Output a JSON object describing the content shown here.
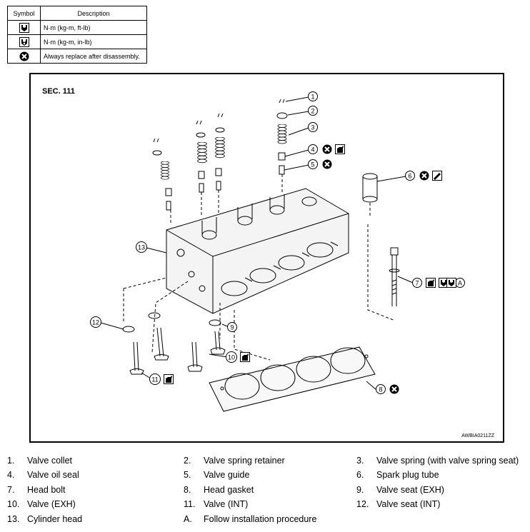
{
  "legend": {
    "header_symbol": "Symbol",
    "header_description": "Description",
    "rows": [
      {
        "icon": "torque-wrench-icon",
        "description": "N·m (kg-m, ft-lb)"
      },
      {
        "icon": "torque-wrench-small-icon",
        "description": "N·m (kg-m, in-lb)"
      },
      {
        "icon": "replace-x-icon",
        "description": "Always replace after disassembly."
      }
    ]
  },
  "figure": {
    "section": "SEC. 111",
    "code": "AWBIA0211ZZ",
    "callouts": [
      "1",
      "2",
      "3",
      "4",
      "5",
      "6",
      "7",
      "8",
      "9",
      "10",
      "11",
      "12",
      "13"
    ],
    "note_letter": "A"
  },
  "parts": [
    {
      "num": "1.",
      "label": "Valve collet"
    },
    {
      "num": "2.",
      "label": "Valve spring retainer"
    },
    {
      "num": "3.",
      "label": "Valve spring (with valve spring seat)"
    },
    {
      "num": "4.",
      "label": "Valve oil seal"
    },
    {
      "num": "5.",
      "label": "Valve guide"
    },
    {
      "num": "6.",
      "label": "Spark plug tube"
    },
    {
      "num": "7.",
      "label": "Head bolt"
    },
    {
      "num": "8.",
      "label": "Head gasket"
    },
    {
      "num": "9.",
      "label": "Valve seat (EXH)"
    },
    {
      "num": "10.",
      "label": "Valve (EXH)"
    },
    {
      "num": "11.",
      "label": "Valve (INT)"
    },
    {
      "num": "12.",
      "label": "Valve seat (INT)"
    },
    {
      "num": "13.",
      "label": "Cylinder head"
    },
    {
      "num": "A.",
      "label": "Follow installation procedure"
    }
  ]
}
